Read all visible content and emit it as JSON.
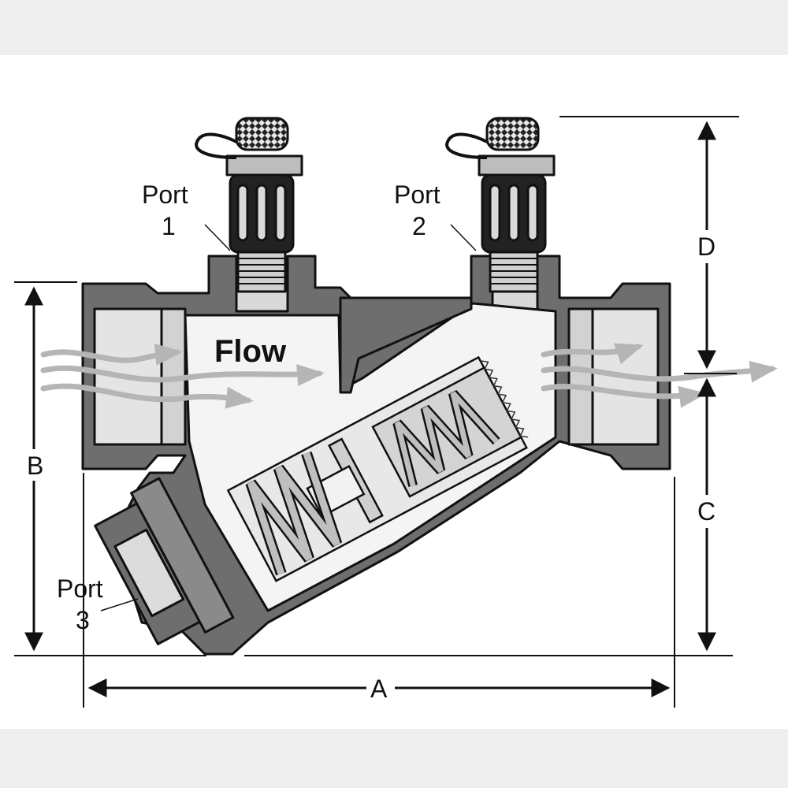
{
  "labels": {
    "flow": "Flow",
    "port1_word": "Port",
    "port1_num": "1",
    "port2_word": "Port",
    "port2_num": "2",
    "port3_word": "Port",
    "port3_num": "3"
  },
  "dimensions": {
    "a": "A",
    "b": "B",
    "c": "C",
    "d": "D"
  },
  "colors": {
    "body_dark": "#6e6e6e",
    "cutaway_light": "#e6e6e6",
    "spring": "#bfbfbf",
    "flow_arrow": "#b5b5b5",
    "outline": "#111111"
  }
}
